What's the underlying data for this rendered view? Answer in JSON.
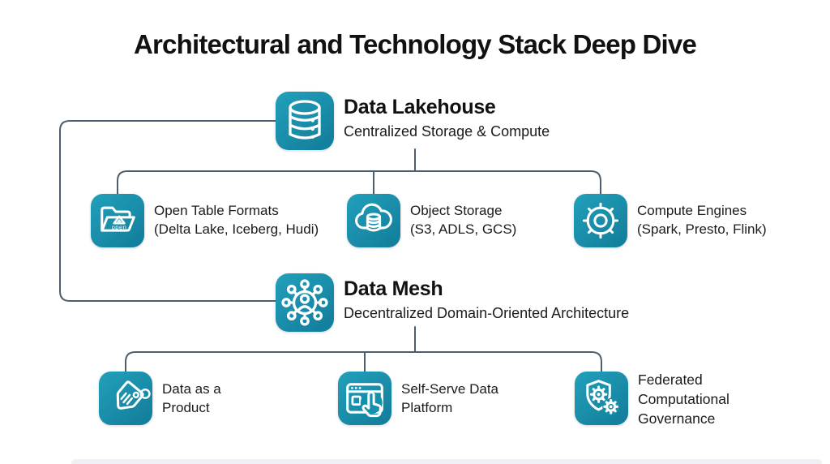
{
  "title": "Architectural and Technology Stack Deep Dive",
  "colors": {
    "accent": "#1590AC",
    "accent_light": "#22A0BB",
    "accent_dark": "#117C99",
    "connector_line": "#4D5F6E",
    "text": "#111111"
  },
  "lakehouse": {
    "icon": "database-icon",
    "title": "Data Lakehouse",
    "subtitle": "Centralized Storage & Compute",
    "children": [
      {
        "icon": "open-folder-icon",
        "icon_label": "open",
        "line1": "Open Table Formats",
        "line2": "(Delta Lake, Iceberg, Hudi)"
      },
      {
        "icon": "cloud-database-icon",
        "line1": "Object Storage",
        "line2": "(S3, ADLS, GCS)"
      },
      {
        "icon": "gear-icon",
        "line1": "Compute Engines",
        "line2": "(Spark, Presto, Flink)"
      }
    ]
  },
  "mesh": {
    "icon": "mesh-network-icon",
    "title": "Data Mesh",
    "subtitle": "Decentralized Domain-Oriented Architecture",
    "children": [
      {
        "icon": "price-tag-icon",
        "line1": "Data as a",
        "line2": "Product"
      },
      {
        "icon": "browser-tap-icon",
        "line1": "Self-Serve Data",
        "line2": "Platform"
      },
      {
        "icon": "shield-gear-icon",
        "line1": "Federated",
        "line2": "Computational",
        "line3": "Governance"
      }
    ]
  }
}
